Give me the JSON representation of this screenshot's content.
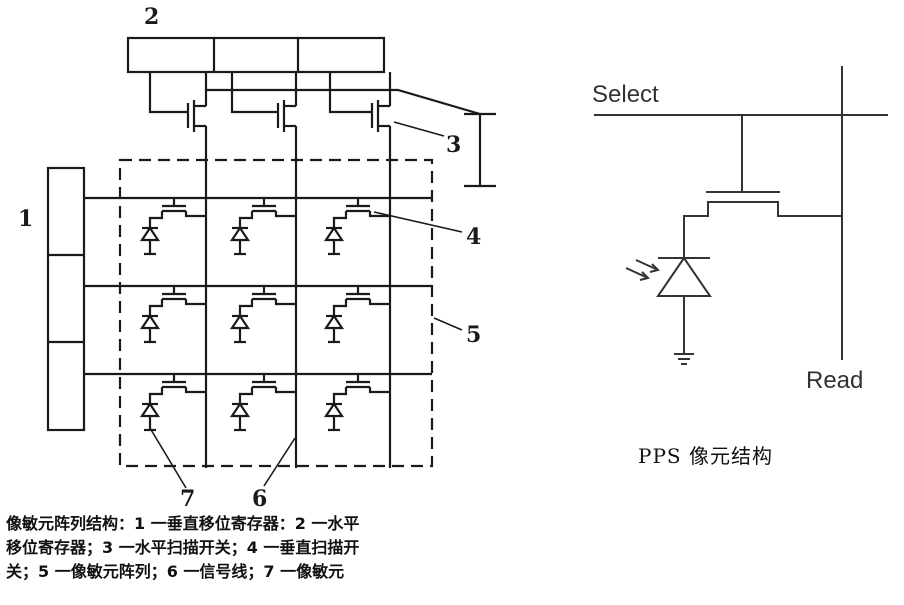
{
  "left_diagram": {
    "labels": [
      "1",
      "2",
      "3",
      "4",
      "5",
      "6",
      "7"
    ],
    "caption_lines": [
      "像敏元阵列结构：1 一垂直移位寄存器：2 一水平",
      "移位寄存器；3 一水平扫描开关；4 一垂直扫描开",
      "关；5 一像敏元阵列；6 一信号线；7 一像敏元"
    ]
  },
  "right_diagram": {
    "select_label": "Select",
    "read_label": "Read",
    "title": "PPS  像元结构"
  },
  "colors": {
    "line": "#1a1a1a",
    "line_light": "#333333",
    "background": "#ffffff"
  }
}
